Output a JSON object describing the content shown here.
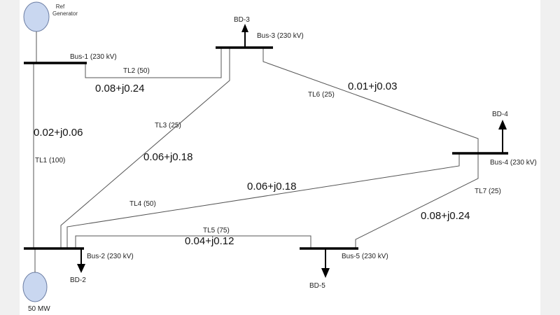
{
  "generators": {
    "ref": {
      "line1": "Ref",
      "line2": "Generator"
    },
    "bottom": {
      "label": "50 MW"
    }
  },
  "buses": {
    "bus1": "Bus-1 (230 kV)",
    "bus2": "Bus-2 (230 kV)",
    "bus3": "Bus-3 (230 kV)",
    "bus4": "Bus-4 (230 kV)",
    "bus5": "Bus-5 (230 kV)"
  },
  "loads": {
    "bd2": "BD-2",
    "bd3": "BD-3",
    "bd4": "BD-4",
    "bd5": "BD-5"
  },
  "lines": {
    "tl1": {
      "name": "TL1 (100)",
      "impedance": "0.02+j0.06"
    },
    "tl2": {
      "name": "TL2 (50)",
      "impedance": "0.08+j0.24"
    },
    "tl3": {
      "name": "TL3 (25)",
      "impedance": "0.06+j0.18"
    },
    "tl4": {
      "name": "TL4 (50)",
      "impedance": "0.06+j0.18"
    },
    "tl5": {
      "name": "TL5 (75)",
      "impedance": "0.04+j0.12"
    },
    "tl6": {
      "name": "TL6 (25)",
      "impedance": "0.01+j0.03"
    },
    "tl7": {
      "name": "TL7 (25)",
      "impedance": "0.08+j0.24"
    }
  },
  "colors": {
    "generator_fill": "#c9d7f0",
    "generator_stroke": "#6b7da3",
    "line": "#555555",
    "bus": "#000000"
  }
}
